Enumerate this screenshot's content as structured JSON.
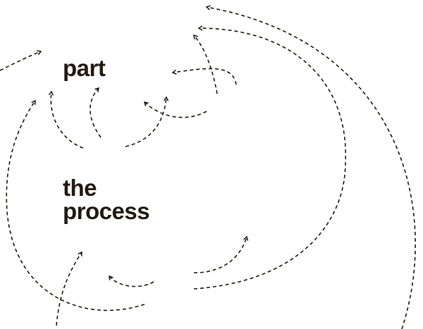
{
  "labels": {
    "part": "part",
    "process_line1": "the",
    "process_line2": "process"
  },
  "colors": {
    "ink": "#231a12",
    "background": "#ffffff"
  }
}
